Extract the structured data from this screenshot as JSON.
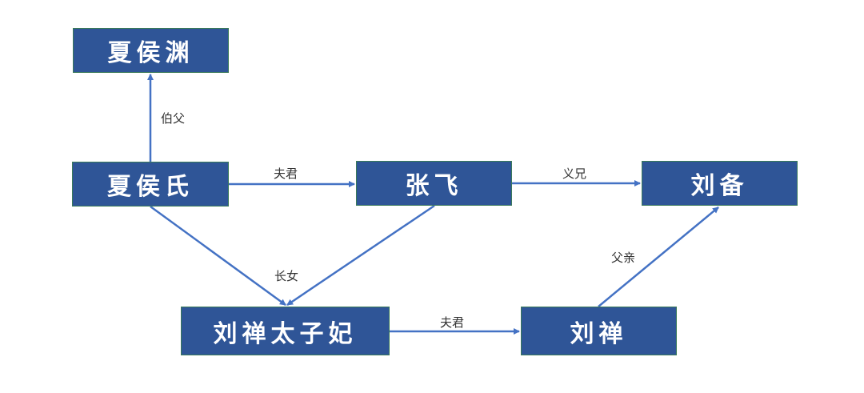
{
  "nodes": {
    "xiahouyuan": "夏侯渊",
    "xiahoushi": "夏侯氏",
    "zhangfei": "张飞",
    "liubei": "刘备",
    "taizifei": "刘禅太子妃",
    "liushan": "刘禅"
  },
  "edges": {
    "bofu": "伯父",
    "fujun_zhangfei": "夫君",
    "yixiong": "义兄",
    "zhangnv": "长女",
    "fuqin": "父亲",
    "fujun_liushan": "夫君"
  },
  "colors": {
    "node_fill": "#2f5597",
    "node_text": "#ffffff",
    "arrow": "#4472c4"
  }
}
